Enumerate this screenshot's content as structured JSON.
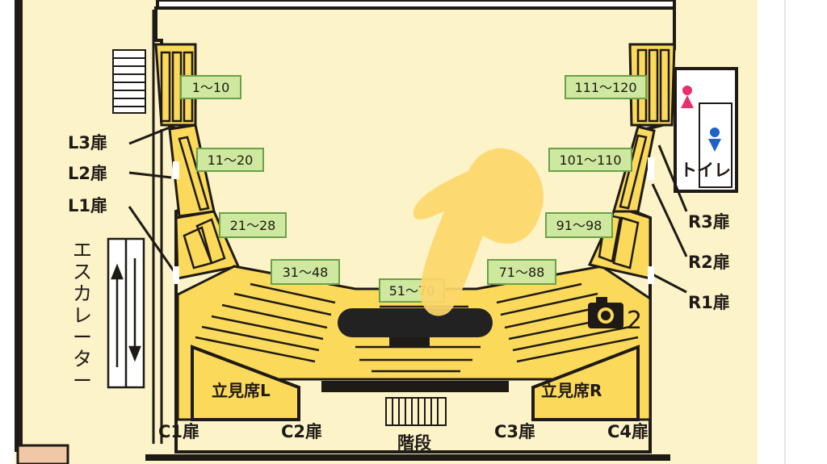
{
  "colors": {
    "venue_bg": "#fdf3c8",
    "seat_area": "#fbd95a",
    "wall": "#1e1a16",
    "label_bg": "#cfe8a0",
    "label_border": "#6aa14a",
    "female_icon": "#e8306b",
    "male_icon": "#1e63c4",
    "pointer_hand": "#fdd76a",
    "redaction": "#222222"
  },
  "seat_blocks": [
    {
      "id": "L3",
      "range": "1〜10"
    },
    {
      "id": "L2",
      "range": "11〜20"
    },
    {
      "id": "L1",
      "range": "21〜28"
    },
    {
      "id": "CL",
      "range": "31〜48"
    },
    {
      "id": "C",
      "range": "51〜70"
    },
    {
      "id": "CR",
      "range": "71〜88"
    },
    {
      "id": "R1",
      "range": "91〜98"
    },
    {
      "id": "R2",
      "range": "101〜110"
    },
    {
      "id": "R3",
      "range": "111〜120"
    }
  ],
  "doors": {
    "L3": "L3扉",
    "L2": "L2扉",
    "L1": "L1扉",
    "R3": "R3扉",
    "R2": "R2扉",
    "R1": "R1扉",
    "C1": "C1扉",
    "C2": "C2扉",
    "C3": "C3扉",
    "C4": "C4扉"
  },
  "standing": {
    "left": "立見席L",
    "right": "立見席R"
  },
  "stairs_label": "階段",
  "escalator_label": "エスカレーター",
  "toilet_label": "トイレ",
  "camera_label": "2",
  "icons": {
    "camera": "camera-icon",
    "female": "female-toilet-icon",
    "male": "male-toilet-icon",
    "pointer": "pointing-hand-icon",
    "escalator_arrows": "up-down-arrows-icon"
  }
}
